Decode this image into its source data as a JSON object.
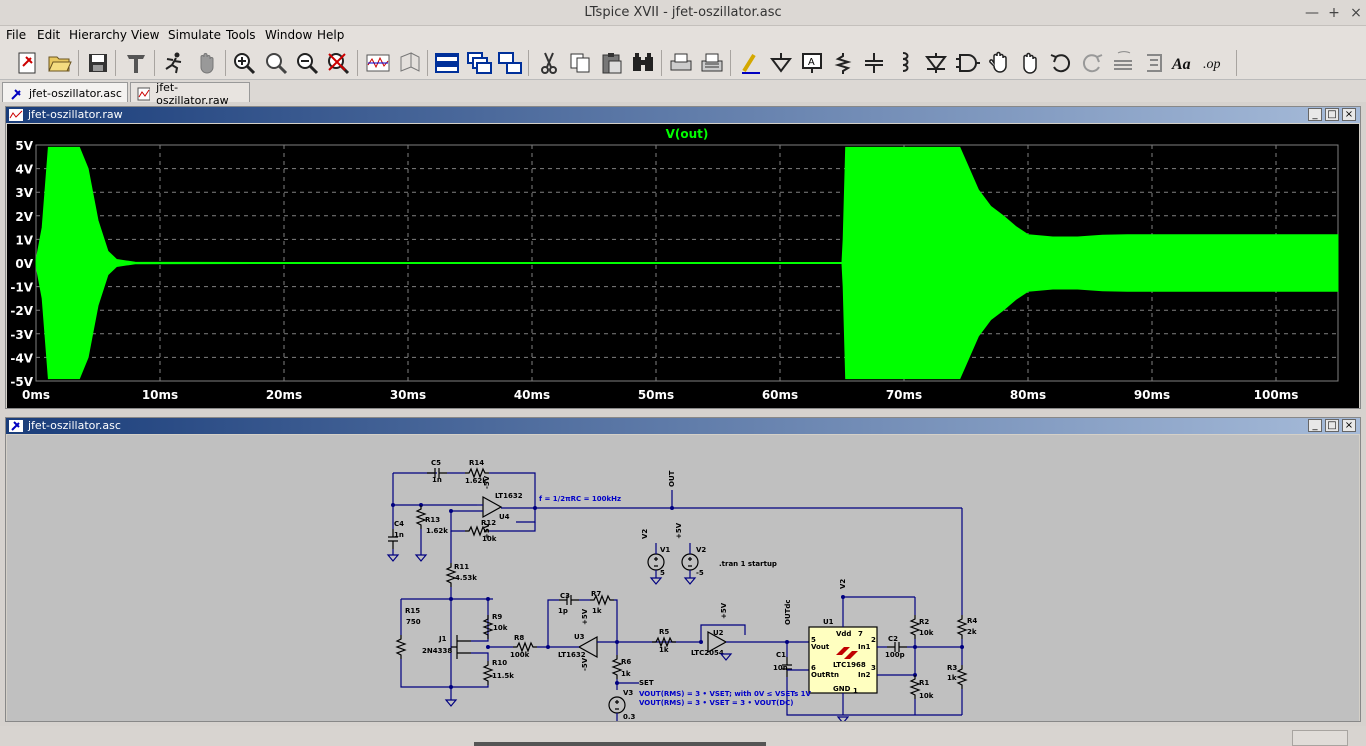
{
  "window": {
    "title": "LTspice XVII - jfet-oszillator.asc",
    "controls": [
      "—",
      "+",
      "×"
    ]
  },
  "menu": [
    "File",
    "Edit",
    "Hierarchy",
    "View",
    "Simulate",
    "Tools",
    "Window",
    "Help"
  ],
  "toolbar_text": {
    "font_tool": "Aa",
    "op_tool": ".op"
  },
  "tabs": [
    {
      "label": "jfet-oszillator.asc",
      "active": true
    },
    {
      "label": "jfet-oszillator.raw",
      "active": false
    }
  ],
  "plot_window": {
    "title": "jfet-oszillator.raw"
  },
  "schematic_window": {
    "title": "jfet-oszillator.asc"
  },
  "chart_data": {
    "type": "line",
    "title": "V(out)",
    "series_color": "#00ff00",
    "grid": true,
    "xlim_ms": [
      0,
      105
    ],
    "ylim_V": [
      -5,
      5
    ],
    "x_ticks": [
      "0ms",
      "10ms",
      "20ms",
      "30ms",
      "40ms",
      "50ms",
      "60ms",
      "70ms",
      "80ms",
      "90ms",
      "100ms"
    ],
    "y_ticks": [
      "5V",
      "4V",
      "3V",
      "2V",
      "1V",
      "0V",
      "-1V",
      "-2V",
      "-3V",
      "-4V",
      "-5V"
    ],
    "envelope": {
      "t_ms": [
        0,
        0.5,
        1,
        2,
        3.5,
        4.2,
        5,
        5.8,
        6.5,
        8,
        20,
        40,
        60,
        65,
        65.1,
        65.3,
        70,
        74.5,
        75,
        76,
        77,
        78,
        79,
        80,
        82,
        84,
        86,
        88,
        90,
        95,
        100,
        105
      ],
      "amp_V": [
        0.1,
        1.5,
        4.9,
        4.9,
        4.9,
        4.0,
        1.8,
        0.5,
        0.15,
        0.03,
        0.02,
        0.02,
        0.02,
        0.02,
        1.0,
        4.9,
        4.9,
        4.9,
        4.3,
        3.1,
        2.4,
        2.0,
        1.55,
        1.2,
        1.1,
        1.1,
        1.18,
        1.2,
        1.2,
        1.2,
        1.2,
        1.2
      ]
    }
  },
  "schematic": {
    "labels": [
      "C5",
      "1n",
      "R14",
      "1.62k",
      "LT1632",
      "U4",
      "-5V",
      "+5V",
      "C4",
      "1n",
      "R13",
      "1.62k",
      "R12",
      "10k",
      "f = 1/2πRC = 100kHz",
      "OUT",
      "R11",
      "4.53k",
      "V1",
      "5",
      "V2",
      "-5",
      "+5V",
      "-5V",
      ".tran 1 startup",
      "R15",
      "750",
      "J1",
      "2N4338",
      "R9",
      "10k",
      "R10",
      "11.5k",
      "R8",
      "100k",
      "C3",
      "1p",
      "R7",
      "1k",
      "U3",
      "LT1632",
      "R6",
      "1k",
      "R5",
      "1k",
      "U2",
      "LTC2054",
      "SET",
      "V3",
      "0.3",
      "OUTdc",
      "C1",
      "10n",
      "U1",
      "LTC1968",
      "Vdd",
      "Vout",
      "OutRtn",
      "In1",
      "In2",
      "GND",
      "5",
      "6",
      "7",
      "2",
      "3",
      "1",
      "C2",
      "100p",
      "R2",
      "10k",
      "R1",
      "10k",
      "R4",
      "2k",
      "R3",
      "1k",
      "VOUT(RMS) = 3 • VSET; with 0V ≤ VSETs 1V",
      "VOUT(RMS) = 3 • VSET = 3 • VOUT(DC)"
    ]
  },
  "colors": {
    "wire": "#000080",
    "component": "#000000",
    "label": "#000000",
    "comment": "#0000c8",
    "plot_trace": "#00ff00",
    "plot_grid": "#808080"
  }
}
